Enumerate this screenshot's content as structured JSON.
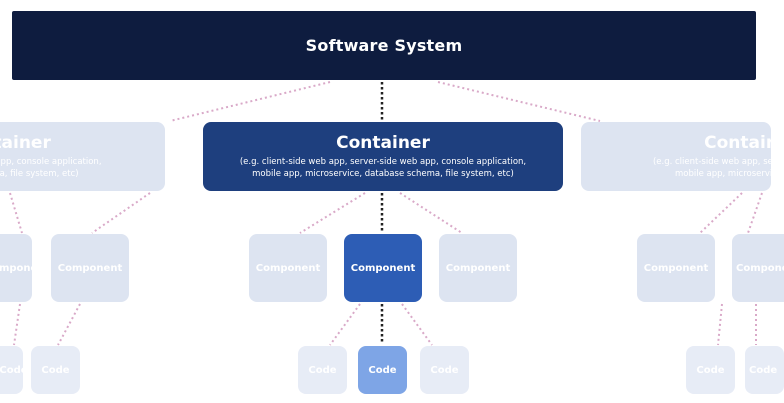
{
  "software_system": {
    "title": "Software System"
  },
  "container": {
    "title": "Container",
    "desc_line1": "(e.g. client-side web app, server-side web app, console application,",
    "desc_line2": "mobile app, microservice, database schema, file system, etc)"
  },
  "faded_containers": {
    "left_title": "Container",
    "left_desc_line1": "(e.g. client-side web app, console application,",
    "left_desc_line2": "database schema, file system, etc)",
    "right_title": "Container",
    "right_desc_line1": "(e.g. client-side web app, server-side web app",
    "right_desc_line2": "mobile app, microservice, database"
  },
  "component_label": "Component",
  "code_label": "Code",
  "colors": {
    "software_system": "#0e1c3f",
    "container": "#1e3f7e",
    "component": "#2d5db5",
    "code": "#7ea5e6",
    "faded": "#dde4f1",
    "connector_active": "#222222",
    "connector_faded": "#d9a9c8"
  }
}
